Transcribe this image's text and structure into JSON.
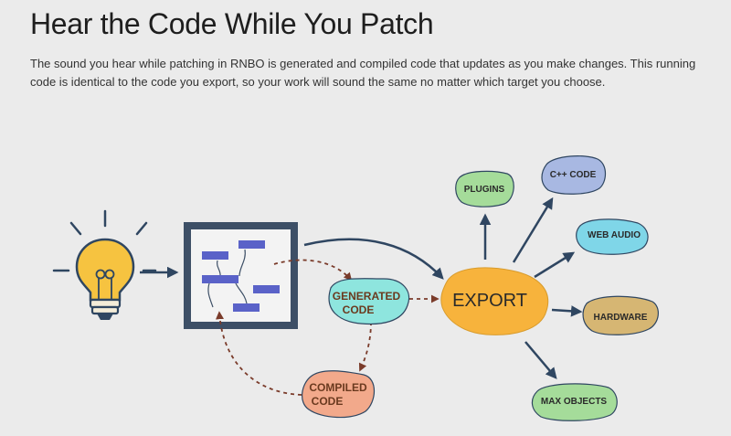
{
  "page": {
    "title": "Hear the Code While You Patch",
    "intro": "The sound you hear while patching in RNBO is generated and compiled code that updates as you make changes. This running code is identical to the code you export, so your work will sound the same no matter which target you choose."
  },
  "diagram": {
    "generated": [
      "GENERATED",
      "CODE"
    ],
    "compiled": [
      "COMPILED",
      "CODE"
    ],
    "export": "EXPORT",
    "targets": {
      "plugins": "PLUGINS",
      "cpp": "C++ CODE",
      "web": "WEB AUDIO",
      "hardware": "HARDWARE",
      "max": "MAX OBJECTS"
    }
  },
  "colors": {
    "background": "#ebebeb",
    "arrow": "#2f4661",
    "dashed_arrow": "#7a3b2a",
    "bulb": "#f6c340",
    "patcher_frame": "#3d4f66",
    "patcher_object": "#5a62c8",
    "generated": "#8ee5de",
    "compiled": "#f2a98b",
    "export": "#f7b33c",
    "plugins": "#a5dc9a",
    "cpp": "#a8b8e2",
    "web": "#7fd6e8",
    "hardware": "#d6b673",
    "max": "#a5dc9a"
  }
}
